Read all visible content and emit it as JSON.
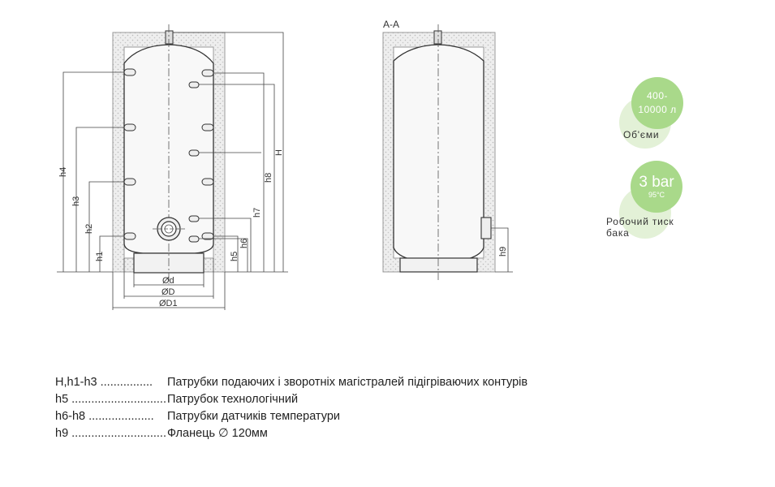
{
  "section_label": "A-A",
  "dimension_labels": {
    "H": "H",
    "h1": "h1",
    "h2": "h2",
    "h3": "h3",
    "h4": "h4",
    "h5": "h5",
    "h6": "h6",
    "h7": "h7",
    "h8": "h8",
    "h9": "h9",
    "d": "Ød",
    "D": "ØD",
    "D1": "ØD1"
  },
  "badges": {
    "volume": {
      "value": "400-\n10000 л",
      "caption": "Об'єми"
    },
    "pressure": {
      "value": "3 bar",
      "temp": "95°C",
      "caption": "Робочий тиск\nбака"
    }
  },
  "legend": [
    {
      "key": "H,h1-h3 ................",
      "desc": "Патрубки подаючих і зворотніх магістралей підігріваючих контурів"
    },
    {
      "key": "h5 ..............................",
      "desc": "Патрубок технологічний"
    },
    {
      "key": "h6-h8 ....................",
      "desc": "Патрубки датчиків температури"
    },
    {
      "key": "h9 ..............................",
      "desc": "Фланець ∅ 120мм"
    }
  ],
  "colors": {
    "accent_green": "#a9d98a",
    "light_green": "#e3f1d7"
  }
}
